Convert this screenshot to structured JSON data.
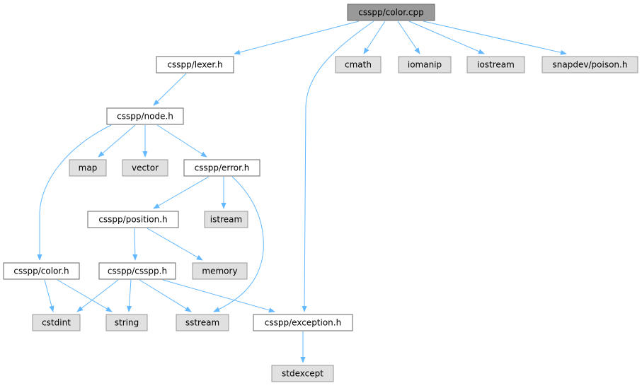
{
  "diagram": {
    "colors": {
      "edge": "#63b8ff",
      "node_border": "#666666",
      "highlight_fill": "#999999",
      "system_fill": "#e0e0e0",
      "local_fill": "#ffffff"
    },
    "nodes": [
      {
        "id": "color_cpp",
        "label": "csspp/color.cpp",
        "kind": "highlight"
      },
      {
        "id": "lexer_h",
        "label": "csspp/lexer.h",
        "kind": "local"
      },
      {
        "id": "cmath",
        "label": "cmath",
        "kind": "system"
      },
      {
        "id": "iomanip",
        "label": "iomanip",
        "kind": "system"
      },
      {
        "id": "iostream",
        "label": "iostream",
        "kind": "system"
      },
      {
        "id": "poison_h",
        "label": "snapdev/poison.h",
        "kind": "system"
      },
      {
        "id": "node_h",
        "label": "csspp/node.h",
        "kind": "local"
      },
      {
        "id": "map",
        "label": "map",
        "kind": "system"
      },
      {
        "id": "vector",
        "label": "vector",
        "kind": "system"
      },
      {
        "id": "error_h",
        "label": "csspp/error.h",
        "kind": "local"
      },
      {
        "id": "position_h",
        "label": "csspp/position.h",
        "kind": "local"
      },
      {
        "id": "istream",
        "label": "istream",
        "kind": "system"
      },
      {
        "id": "color_h",
        "label": "csspp/color.h",
        "kind": "local"
      },
      {
        "id": "csspp_h",
        "label": "csspp/csspp.h",
        "kind": "local"
      },
      {
        "id": "memory",
        "label": "memory",
        "kind": "system"
      },
      {
        "id": "cstdint",
        "label": "cstdint",
        "kind": "system"
      },
      {
        "id": "string",
        "label": "string",
        "kind": "system"
      },
      {
        "id": "sstream",
        "label": "sstream",
        "kind": "system"
      },
      {
        "id": "exception_h",
        "label": "csspp/exception.h",
        "kind": "local"
      },
      {
        "id": "stdexcept",
        "label": "stdexcept",
        "kind": "system"
      }
    ],
    "edges": [
      {
        "from": "color_cpp",
        "to": "lexer_h"
      },
      {
        "from": "color_cpp",
        "to": "exception_h"
      },
      {
        "from": "color_cpp",
        "to": "cmath"
      },
      {
        "from": "color_cpp",
        "to": "iomanip"
      },
      {
        "from": "color_cpp",
        "to": "iostream"
      },
      {
        "from": "color_cpp",
        "to": "poison_h"
      },
      {
        "from": "lexer_h",
        "to": "node_h"
      },
      {
        "from": "node_h",
        "to": "color_h"
      },
      {
        "from": "node_h",
        "to": "map"
      },
      {
        "from": "node_h",
        "to": "vector"
      },
      {
        "from": "node_h",
        "to": "error_h"
      },
      {
        "from": "error_h",
        "to": "position_h"
      },
      {
        "from": "error_h",
        "to": "istream"
      },
      {
        "from": "error_h",
        "to": "sstream"
      },
      {
        "from": "position_h",
        "to": "csspp_h"
      },
      {
        "from": "position_h",
        "to": "memory"
      },
      {
        "from": "color_h",
        "to": "cstdint"
      },
      {
        "from": "color_h",
        "to": "string"
      },
      {
        "from": "csspp_h",
        "to": "cstdint"
      },
      {
        "from": "csspp_h",
        "to": "string"
      },
      {
        "from": "csspp_h",
        "to": "sstream"
      },
      {
        "from": "csspp_h",
        "to": "exception_h"
      },
      {
        "from": "exception_h",
        "to": "stdexcept"
      }
    ]
  }
}
